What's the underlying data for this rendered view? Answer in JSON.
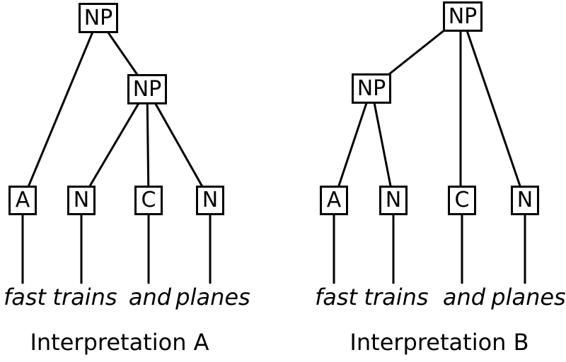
{
  "diagram": {
    "type": "syntax-parse-trees",
    "phrase": "fast trains and planes",
    "colors": {
      "background": "#ffffff",
      "line": "#000000",
      "box_fill": "#ffffff",
      "text": "#000000"
    }
  },
  "trees": [
    {
      "caption": "Interpretation A",
      "nodes": [
        {
          "id": "np-root",
          "label": "NP"
        },
        {
          "id": "np-inner",
          "label": "NP"
        },
        {
          "id": "pre-a",
          "label": "A"
        },
        {
          "id": "pre-n1",
          "label": "N"
        },
        {
          "id": "pre-c",
          "label": "C"
        },
        {
          "id": "pre-n2",
          "label": "N"
        }
      ],
      "edges": [
        [
          "np-root",
          "pre-a"
        ],
        [
          "np-root",
          "np-inner"
        ],
        [
          "np-inner",
          "pre-n1"
        ],
        [
          "np-inner",
          "pre-c"
        ],
        [
          "np-inner",
          "pre-n2"
        ]
      ],
      "words": [
        "fast",
        "trains",
        "and",
        "planes"
      ],
      "word_parents": [
        "pre-a",
        "pre-n1",
        "pre-c",
        "pre-n2"
      ],
      "bracketing": "[NP fast [NP trains and planes]]"
    },
    {
      "caption": "Interpretation B",
      "nodes": [
        {
          "id": "np-root",
          "label": "NP"
        },
        {
          "id": "np-inner",
          "label": "NP"
        },
        {
          "id": "pre-a",
          "label": "A"
        },
        {
          "id": "pre-n1",
          "label": "N"
        },
        {
          "id": "pre-c",
          "label": "C"
        },
        {
          "id": "pre-n2",
          "label": "N"
        }
      ],
      "edges": [
        [
          "np-root",
          "np-inner"
        ],
        [
          "np-root",
          "pre-c"
        ],
        [
          "np-root",
          "pre-n2"
        ],
        [
          "np-inner",
          "pre-a"
        ],
        [
          "np-inner",
          "pre-n1"
        ]
      ],
      "words": [
        "fast",
        "trains",
        "and",
        "planes"
      ],
      "word_parents": [
        "pre-a",
        "pre-n1",
        "pre-c",
        "pre-n2"
      ],
      "bracketing": "[NP [NP fast trains] and planes]"
    }
  ]
}
